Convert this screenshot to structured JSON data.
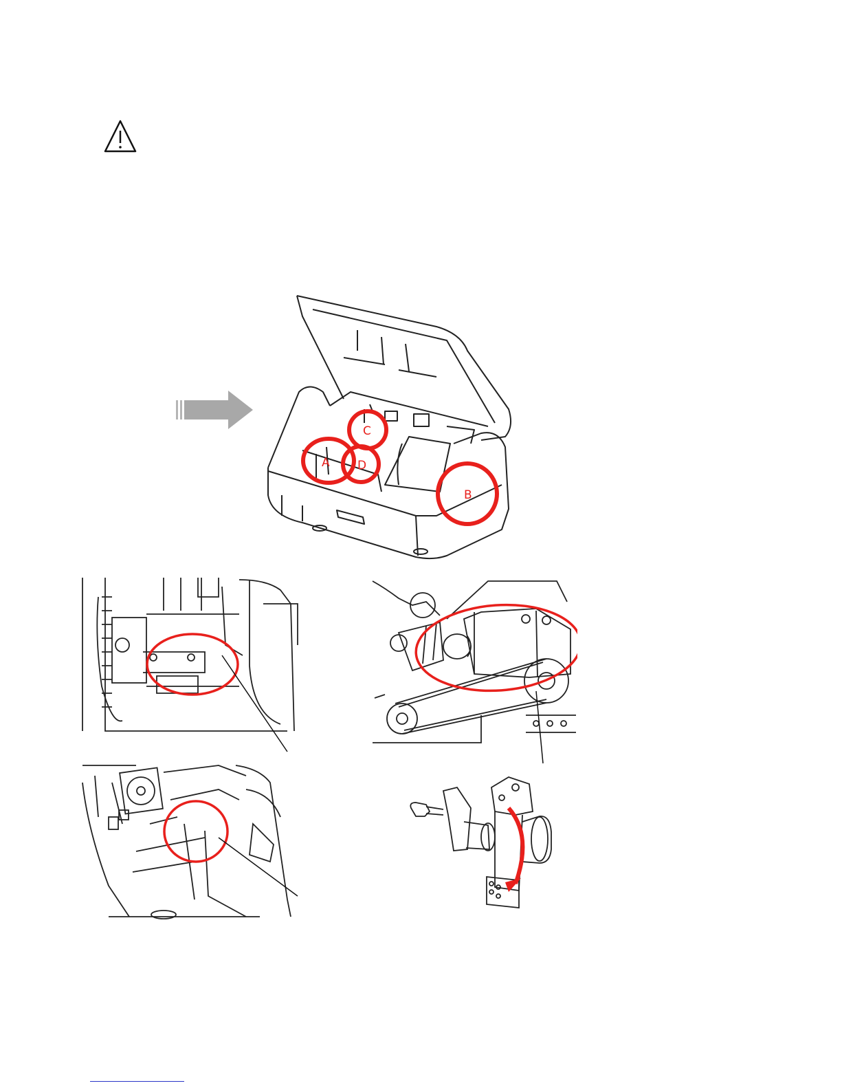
{
  "page": {
    "warning_icon": "warning-triangle-icon",
    "arrow_icon": "right-arrow-icon",
    "accent_color": "#e8201c",
    "link_color": "#2a35c8"
  },
  "main_figure": {
    "callouts": [
      {
        "id": "A",
        "label": "A"
      },
      {
        "id": "B",
        "label": "B"
      },
      {
        "id": "C",
        "label": "C"
      },
      {
        "id": "D",
        "label": "D"
      }
    ]
  }
}
